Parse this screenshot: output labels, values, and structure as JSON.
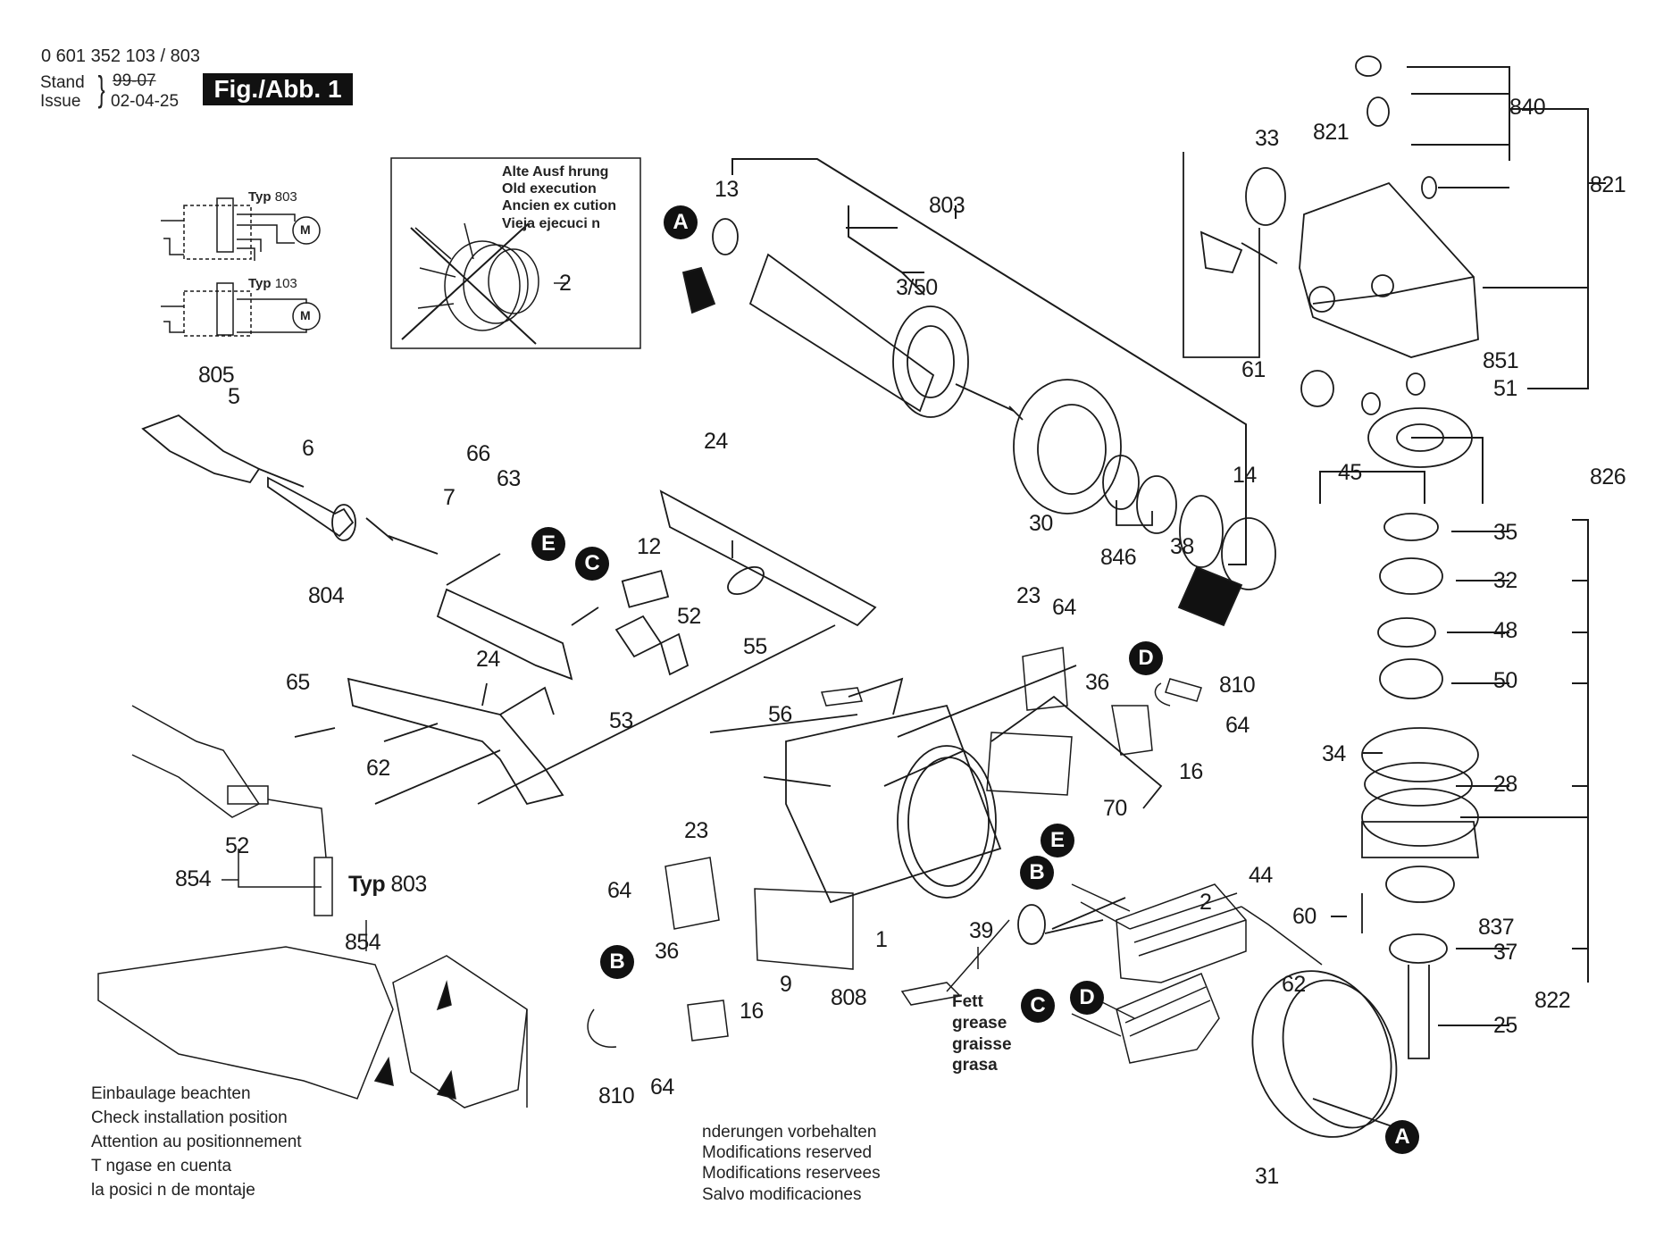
{
  "header": {
    "part_number": "0 601 352 103 / 803",
    "stand_label": "Stand",
    "issue_label": "Issue",
    "old_date": "99-07",
    "issue_date": "02-04-25",
    "figure_label": "Fig./Abb. 1"
  },
  "wiring": {
    "typ_803_prefix": "Typ",
    "typ_803_value": "803",
    "typ_103_prefix": "Typ",
    "typ_103_value": "103",
    "motor_symbol": "M"
  },
  "old_execution_box": {
    "lines": [
      "Alte Ausf hrung",
      "Old execution",
      "Ancien ex cution",
      "Vieja ejecuci n"
    ],
    "part": "2"
  },
  "callouts": {
    "A": "A",
    "B": "B",
    "C": "C",
    "D": "D",
    "E": "E"
  },
  "parts": {
    "p13": "13",
    "p803": "803",
    "p3_50": "3/50",
    "p30": "30",
    "p846": "846",
    "p38": "38",
    "p14": "14",
    "p33": "33",
    "p61": "61",
    "p840": "840",
    "p821a": "821",
    "p821b": "821",
    "p851": "851",
    "p51": "51",
    "p45": "45",
    "p826": "826",
    "p35": "35",
    "p32": "32",
    "p48": "48",
    "p50": "50",
    "p34": "34",
    "p28": "28",
    "p60": "60",
    "p837": "837",
    "p37": "37",
    "p822": "822",
    "p25": "25",
    "p805": "805",
    "p5": "5",
    "p6": "6",
    "p66": "66",
    "p63": "63",
    "p7": "7",
    "p804": "804",
    "p12": "12",
    "p52a": "52",
    "p53": "53",
    "p24a": "24",
    "p55": "55",
    "p24b": "24",
    "p65": "65",
    "p62a": "62",
    "p52b": "52",
    "p854a": "854",
    "p854b": "854",
    "p23a": "23",
    "p64a": "64",
    "p36a": "36",
    "p810a": "810",
    "p64b": "64",
    "p16a": "16",
    "p70": "70",
    "p56": "56",
    "p23b": "23",
    "p64c": "64",
    "p36b": "36",
    "p16b": "16",
    "p9": "9",
    "p1": "1",
    "p808": "808",
    "p810b": "810",
    "p64d": "64",
    "p39": "39",
    "p2": "2",
    "p44": "44",
    "p62b": "62",
    "p31": "31"
  },
  "typ_803_bottom": {
    "prefix": "Typ",
    "value": "803"
  },
  "grease_note": [
    "Fett",
    "grease",
    "graisse",
    "grasa"
  ],
  "install_note": [
    "Einbaulage beachten",
    "Check installation position",
    "Attention au positionnement",
    "T ngase en cuenta",
    "la posici n de montaje"
  ],
  "modifications_note": [
    " nderungen vorbehalten",
    "Modifications reserved",
    "Modifications reservees",
    "Salvo modificaciones"
  ]
}
